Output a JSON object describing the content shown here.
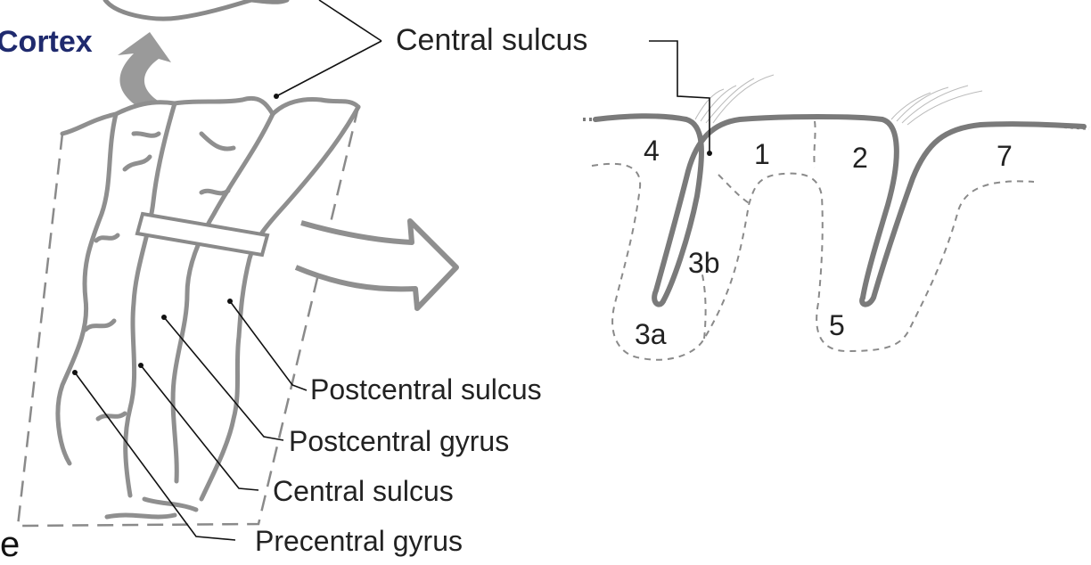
{
  "slide_title": "Cortex",
  "edge_fragment": "e",
  "brain_labels": {
    "central_sulcus_top": "Central sulcus",
    "postcentral_sulcus": "Postcentral sulcus",
    "postcentral_gyrus": "Postcentral gyrus",
    "central_sulcus": "Central sulcus",
    "precentral_gyrus": "Precentral gyrus"
  },
  "cortex_areas": {
    "a4": "4",
    "a1": "1",
    "a2": "2",
    "a7": "7",
    "a3b": "3b",
    "a3a": "3a",
    "a5": "5"
  },
  "colors": {
    "title": "#1f2a6e",
    "brain_stroke": "#8a8a8a",
    "arrow_fill": "#9a9a9a",
    "cortex_stroke": "#7a7a7a",
    "leader_line": "#111111",
    "label_text": "#222222"
  }
}
